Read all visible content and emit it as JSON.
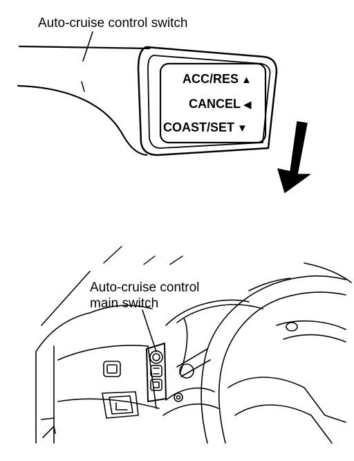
{
  "labels": {
    "cruise_switch": "Auto-cruise control switch",
    "main_switch_line1": "Auto-cruise control",
    "main_switch_line2": "main switch"
  },
  "switch_positions": [
    {
      "label": "ACC/RES",
      "icon": "up-triangle-icon",
      "glyph": "▲"
    },
    {
      "label": "CANCEL",
      "icon": "left-triangle-icon",
      "glyph": "◀"
    },
    {
      "label": "COAST/SET",
      "icon": "down-triangle-icon",
      "glyph": "▼"
    }
  ],
  "colors": {
    "ink": "#000000",
    "paper": "#ffffff"
  }
}
